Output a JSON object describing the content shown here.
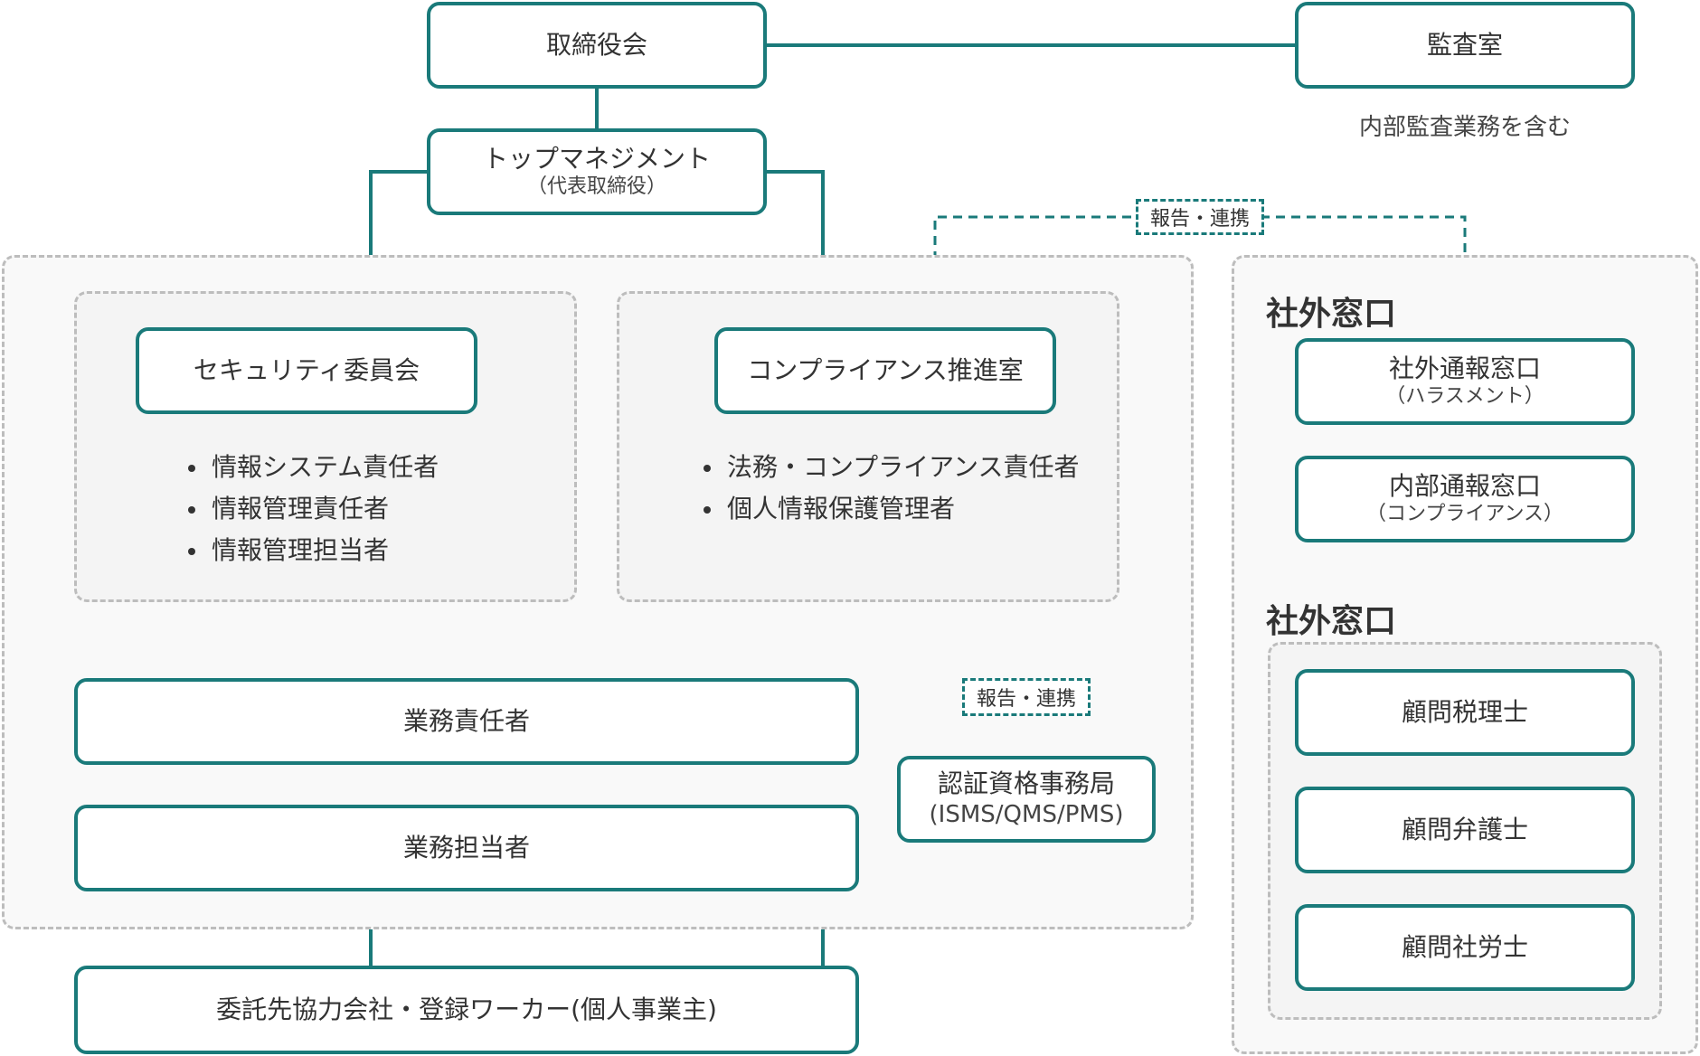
{
  "board": {
    "label": "取締役会"
  },
  "audit": {
    "label": "監査室",
    "note": "内部監査業務を含む"
  },
  "top_management": {
    "label": "トップマネジメント",
    "sub": "（代表取締役）"
  },
  "report_tag_top": "報告・連携",
  "security_committee": {
    "label": "セキュリティ委員会",
    "members": [
      "情報システム責任者",
      "情報管理責任者",
      "情報管理担当者"
    ]
  },
  "compliance_office": {
    "label": "コンプライアンス推進室",
    "members": [
      "法務・コンプライアンス責任者",
      "個人情報保護管理者"
    ]
  },
  "report_tag_bottom": "報告・連携",
  "certification_office": {
    "label": "認証資格事務局",
    "sub": "(ISMS/QMS/PMS)"
  },
  "business_manager": {
    "label": "業務責任者"
  },
  "business_staff": {
    "label": "業務担当者"
  },
  "contractors": {
    "label": "委託先協力会社・登録ワーカー(個人事業主)"
  },
  "external_desk_1": {
    "heading": "社外窓口",
    "items": [
      {
        "label": "社外通報窓口",
        "sub": "（ハラスメント）"
      },
      {
        "label": "内部通報窓口",
        "sub": "（コンプライアンス）"
      }
    ]
  },
  "external_desk_2": {
    "heading": "社外窓口",
    "items": [
      {
        "label": "顧問税理士"
      },
      {
        "label": "顧問弁護士"
      },
      {
        "label": "顧問社労士"
      }
    ]
  },
  "colors": {
    "accent": "#1a7a7a",
    "region_border": "#bdbdbd",
    "region_fill": "#f9f9f9"
  }
}
